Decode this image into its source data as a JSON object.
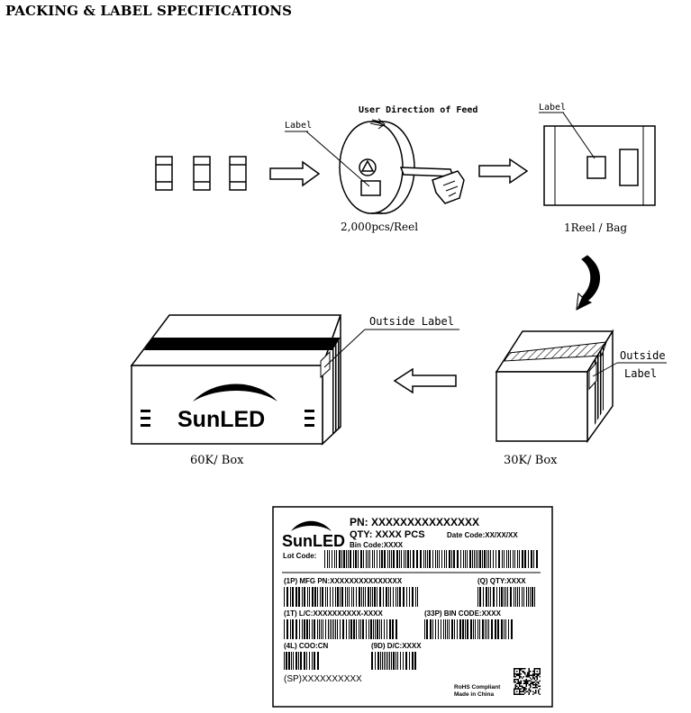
{
  "page": {
    "title": "PACKING & LABEL SPECIFICATIONS"
  },
  "reel_section": {
    "feed_label": "User Direction of Feed",
    "reel_label": "Label",
    "reel_caption": "2,000pcs/Reel",
    "bag_label": "Label",
    "bag_caption": "1Reel / Bag"
  },
  "box_section": {
    "big_box_outside_label": "Outside Label",
    "big_box_caption": "60K/ Box",
    "small_box_outside_label_line1": "Outside",
    "small_box_outside_label_line2": "Label",
    "small_box_caption": "30K/ Box",
    "brand": "SunLED"
  },
  "sample_label": {
    "brand": "SunLED",
    "pn": "PN: XXXXXXXXXXXXXXX",
    "qty": "QTY: XXXX PCS",
    "date_code": "Date Code:XX/XX/XX",
    "bin_code": "Bin Code:XXXX",
    "lot_code": "Lot Code:",
    "mfg_pn": "(1P) MFG PN:XXXXXXXXXXXXXXX",
    "q_qty": "(Q) QTY:XXXX",
    "lc": "(1T) L/C:XXXXXXXXXX-XXXX",
    "bin_code_33p": "(33P) BIN CODE:XXXX",
    "coo": "(4L) COO:CN",
    "dc": "(9D) D/C:XXXX",
    "sp": "(SP)XXXXXXXXXX",
    "rohs": "RoHS Compliant",
    "made_in": "Made in China"
  },
  "colors": {
    "ink": "#000000",
    "paper": "#ffffff"
  }
}
